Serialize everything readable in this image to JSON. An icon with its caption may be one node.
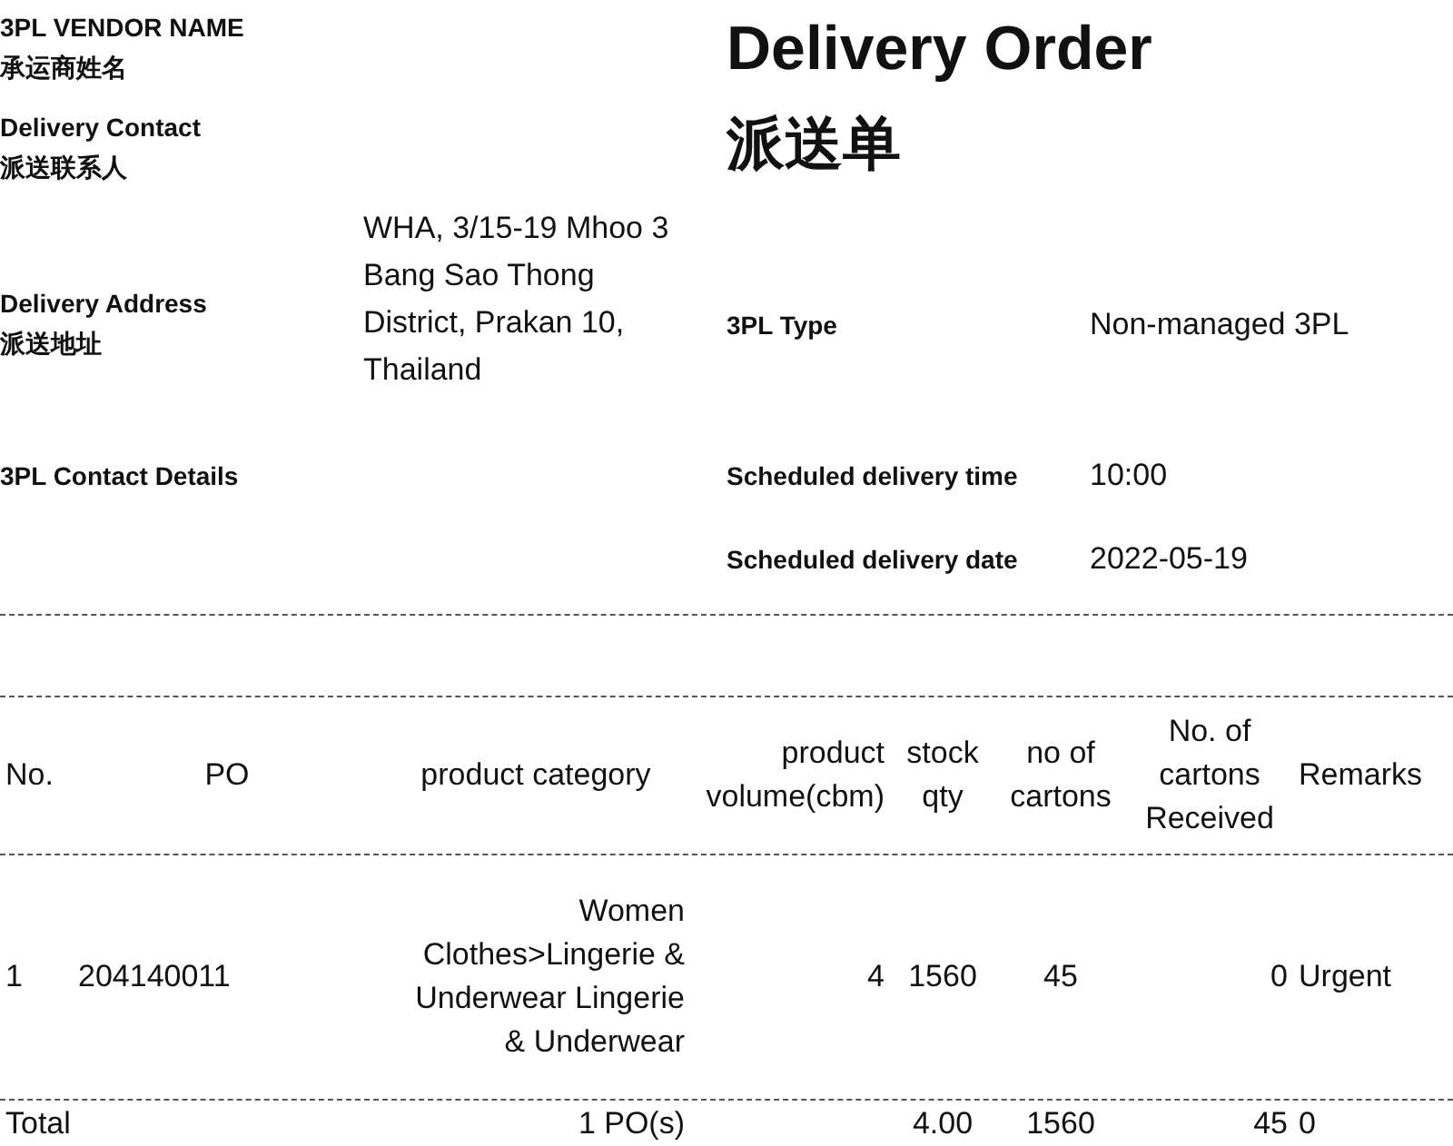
{
  "diagram": {
    "title": "Delivery Order",
    "labels": [
      "3PL VENDOR NAME",
      "承运商姓名",
      "Delivery Contact",
      "派送联系人",
      "Delivery Address",
      "派送地址",
      "WHA, 3/15-19 Mhoo 3 Bang Sao Thong District, Prakan 10, Thailand",
      "3PL Type",
      "Non-managed 3PL",
      "3PL Contact Details",
      "Scheduled delivery time",
      "10:00",
      "Scheduled delivery date",
      "2022-05-19",
      "No.",
      "PO",
      "product category",
      "product volume(cbm)",
      "stock qty",
      "no of cartons",
      "No. of cartons Received",
      "Remarks",
      "1",
      "204140011",
      "Women Clothes>Lingerie & Underwear Lingerie & Underwear",
      "4",
      "1560",
      "45",
      "0",
      "Urgent",
      "Total",
      "1 PO(s)",
      "4.00",
      "1560",
      "45",
      "0",
      "派送单"
    ]
  }
}
